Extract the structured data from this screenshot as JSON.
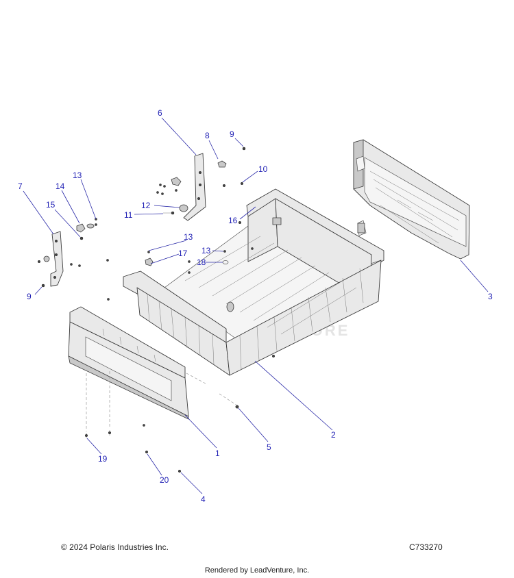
{
  "diagram": {
    "callouts": [
      {
        "id": "c1",
        "label": "1"
      },
      {
        "id": "c2",
        "label": "2"
      },
      {
        "id": "c3",
        "label": "3"
      },
      {
        "id": "c4",
        "label": "4"
      },
      {
        "id": "c5",
        "label": "5"
      },
      {
        "id": "c6",
        "label": "6"
      },
      {
        "id": "c7",
        "label": "7"
      },
      {
        "id": "c8",
        "label": "8"
      },
      {
        "id": "c9a",
        "label": "9"
      },
      {
        "id": "c9b",
        "label": "9"
      },
      {
        "id": "c10",
        "label": "10"
      },
      {
        "id": "c11",
        "label": "11"
      },
      {
        "id": "c12",
        "label": "12"
      },
      {
        "id": "c13a",
        "label": "13"
      },
      {
        "id": "c13b",
        "label": "13"
      },
      {
        "id": "c13c",
        "label": "13"
      },
      {
        "id": "c14",
        "label": "14"
      },
      {
        "id": "c15",
        "label": "15"
      },
      {
        "id": "c16",
        "label": "16"
      },
      {
        "id": "c17",
        "label": "17"
      },
      {
        "id": "c18",
        "label": "18"
      },
      {
        "id": "c19",
        "label": "19"
      },
      {
        "id": "c20",
        "label": "20"
      }
    ],
    "watermark": "STORE"
  },
  "footer": {
    "copyright": "© 2024 Polaris Industries Inc.",
    "drawing_id": "C733270",
    "rendered_by": "Rendered by LeadVenture, Inc."
  },
  "colors": {
    "callout": "#1f1fb4",
    "leader": "#2a2aa8",
    "part_outline": "#3a3a3a"
  }
}
